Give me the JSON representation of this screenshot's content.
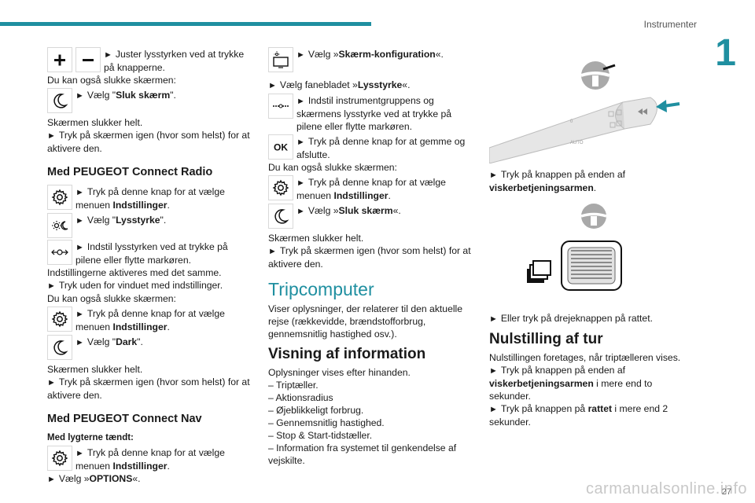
{
  "header": {
    "section": "Instrumenter",
    "chapter": "1",
    "page": "27"
  },
  "watermark": "carmanualsonline.info",
  "col1": {
    "brightness_buttons": "Juster lysstyrken ved at trykke på knapperne.",
    "also_off_1": "Du kan også slukke skærmen:",
    "sluk_pre": "Vælg \"",
    "sluk_bold": "Sluk skærm",
    "sluk_post": "\".",
    "off_1": "Skærmen slukker helt.",
    "tap_1": "Tryk på skærmen igen (hvor som helst) for at aktivere den.",
    "radio_heading": "Med PEUGEOT Connect Radio",
    "radio_menu_pre": "Tryk på denne knap for at vælge menuen ",
    "radio_menu_bold": "Indstillinger",
    "radio_lys_pre": "Vælg \"",
    "radio_lys_bold": "Lysstyrke",
    "radio_lys_post": "\".",
    "radio_arrows": "Indstil lysstyrken ved at trykke på pilene eller flytte markøren.",
    "settings_active": "Indstillingerne aktiveres med det samme.",
    "tap_outside": "Tryk uden for vinduet med indstillinger.",
    "also_off_2": "Du kan også slukke skærmen:",
    "radio_menu2_pre": "Tryk på denne knap for at vælge menuen ",
    "radio_menu2_bold": "Indstillinger",
    "dark_pre": "Vælg \"",
    "dark_bold": "Dark",
    "dark_post": "\".",
    "off_2": "Skærmen slukker helt.",
    "tap_2": "Tryk på skærmen igen (hvor som helst) for at aktivere den.",
    "nav_heading": "Med PEUGEOT Connect Nav",
    "nav_lights": "Med lygterne tændt:",
    "nav_menu_pre": "Tryk på denne knap for at vælge menuen ",
    "nav_menu_bold": "Indstillinger",
    "nav_options_pre": "Vælg »",
    "nav_options_bold": "OPTIONS",
    "nav_options_post": "«."
  },
  "col2": {
    "screen_cfg_pre": "Vælg »",
    "screen_cfg_bold": "Skærm-konfiguration",
    "screen_cfg_post": "«.",
    "tab_pre": "Vælg fanebladet »",
    "tab_bold": "Lysstyrke",
    "tab_post": "«.",
    "adjust": "Indstil instrumentgruppens og skærmens lysstyrke ved at trykke på pilene eller flytte markøren.",
    "ok": "Tryk på denne knap for at gemme og afslutte.",
    "also_off": "Du kan også slukke skærmen:",
    "menu_pre": "Tryk på denne knap for at vælge menuen ",
    "menu_bold": "Indstillinger",
    "sluk_pre": "Vælg »",
    "sluk_bold": "Sluk skærm",
    "sluk_post": "«.",
    "off": "Skærmen slukker helt.",
    "tap": "Tryk på skærmen igen (hvor som helst) for at aktivere den.",
    "trip_heading": "Tripcomputer",
    "trip_desc": "Viser oplysninger, der relaterer til den aktuelle rejse (rækkevidde, brændstofforbrug, gennemsnitlig hastighed osv.).",
    "display_heading": "Visning af information",
    "display_desc": "Oplysninger vises efter hinanden.",
    "list": [
      "– Triptæller.",
      "– Aktionsradius",
      "– Øjeblikkeligt forbrug.",
      "– Gennemsnitlig hastighed.",
      "– Stop & Start-tidstæller.",
      "– Information fra systemet til genkendelse af vejskilte."
    ]
  },
  "col3": {
    "stalk_pre": "Tryk på knappen på enden af ",
    "stalk_bold": "viskerbetjeningsarmen",
    "stalk_post": ".",
    "wheel": "Eller tryk på drejeknappen på rattet.",
    "reset_heading": "Nulstilling af tur",
    "reset_desc": "Nulstillingen foretages, når triptælleren vises.",
    "reset_1_pre": "Tryk på knappen på enden af ",
    "reset_1_bold": "viskerbetjeningsarmen",
    "reset_1_post": " i mere end to sekunder.",
    "reset_2_pre": "Tryk på knappen på ",
    "reset_2_bold": "rattet",
    "reset_2_post": " i mere end 2 sekunder.",
    "stalk_labels": [
      "0",
      "AUTO"
    ]
  },
  "bullet": "►"
}
